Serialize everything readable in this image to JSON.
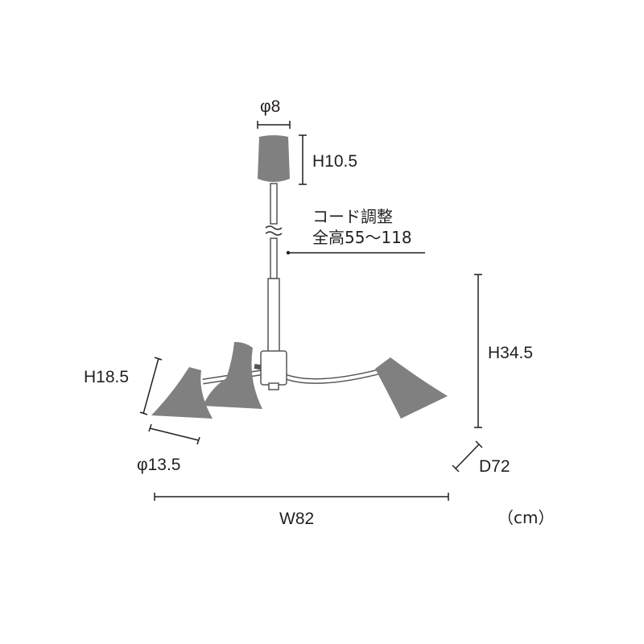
{
  "dimensions": {
    "canopy_diameter": "φ8",
    "canopy_height": "H10.5",
    "cord_adjust_line1": "コード調整",
    "cord_adjust_line2": "全高55〜118",
    "body_height": "H34.5",
    "shade_height": "H18.5",
    "shade_diameter": "φ13.5",
    "depth": "D72",
    "width": "W82",
    "unit": "（cm）"
  },
  "colors": {
    "shade": "#808080",
    "line": "#231f20",
    "fixture_stroke": "#555555"
  }
}
